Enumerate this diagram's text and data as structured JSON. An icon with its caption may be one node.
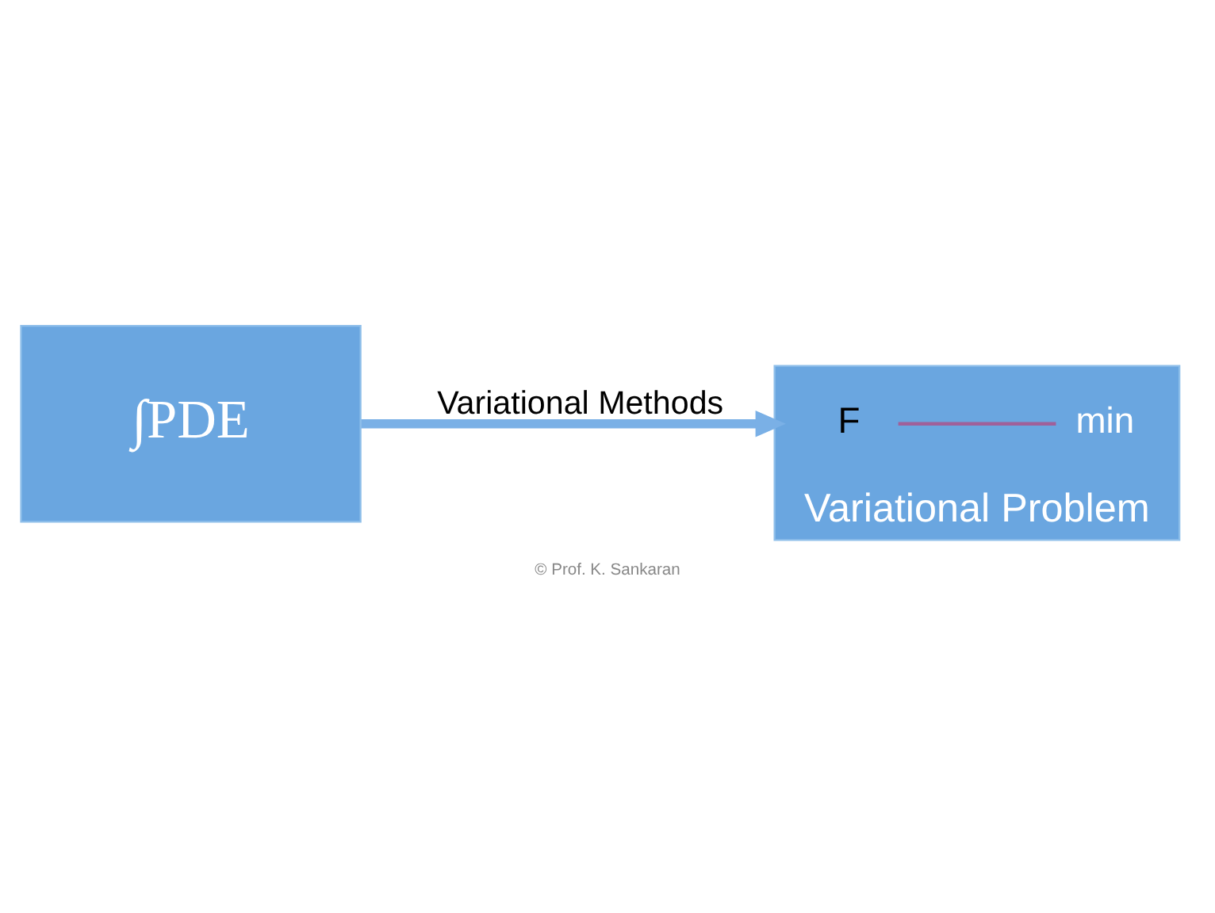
{
  "diagram": {
    "caption": "© Prof. K. Sankaran",
    "nodes": [
      {
        "text": [
          "∫PDE"
        ]
      },
      {
        "text": [
          "Variational Problem"
        ]
      }
    ],
    "edges": [
      {
        "from": 0,
        "to": 1,
        "arrow": "to",
        "label": "Variational Methods"
      }
    ],
    "labels": [
      "F",
      "min"
    ]
  }
}
